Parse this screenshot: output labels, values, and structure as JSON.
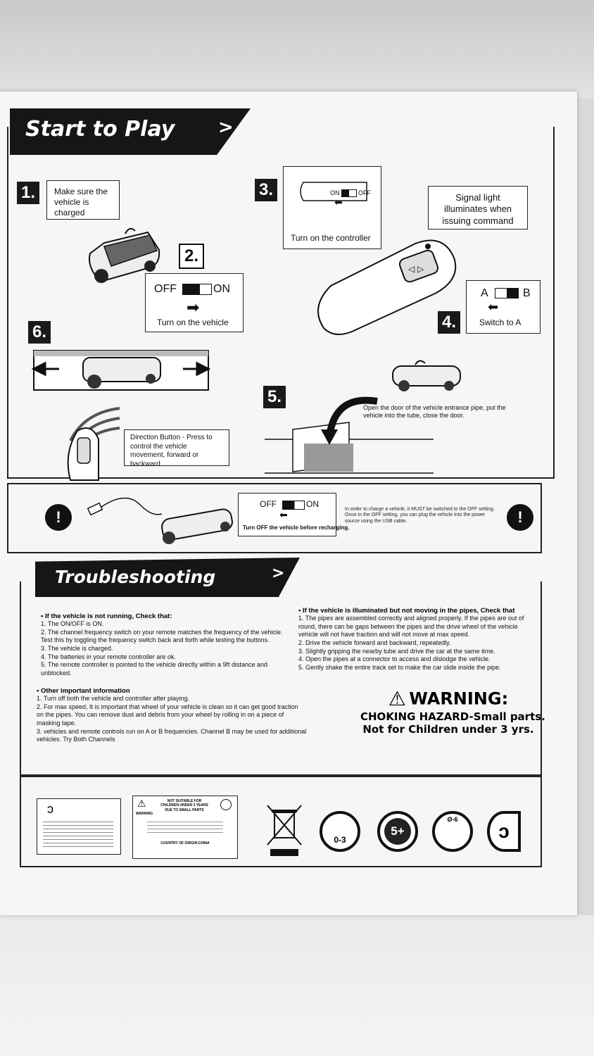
{
  "start_section": {
    "title": "Start to Play",
    "chevron": ">",
    "steps": [
      {
        "number": "1.",
        "text": "Make sure the vehicle is charged"
      },
      {
        "number": "2.",
        "switch_off": "OFF",
        "switch_on": "ON",
        "text": "Turn on the vehicle"
      },
      {
        "number": "3.",
        "switch_on": "ON",
        "switch_off": "OFF",
        "text": "Turn on the controller"
      },
      {
        "number": "",
        "text": "Signal light illuminates when issuing command"
      },
      {
        "number": "4.",
        "switch_a": "A",
        "switch_b": "B",
        "text": "Switch to A"
      },
      {
        "number": "5.",
        "text": "Open the door of the vehicle entrance pipe, put the vehicle into the tube, close the door."
      },
      {
        "number": "6.",
        "text": "Direction Button - Press to control the vehicle movement, forward or backward."
      }
    ],
    "charge_note": {
      "switch_off": "OFF",
      "switch_on": "ON",
      "label": "Turn OFF the vehicle before recharging.",
      "info": "In order to charge a vehicle, it MUST be switched to the OFF setting. Once in the OFF setting, you can plug the vehicle into the power source using the USB cable."
    }
  },
  "troubleshooting": {
    "title": "Troubleshooting",
    "chevron": ">",
    "not_running": {
      "heading": "• If the vehicle is not running, Check that:",
      "items": [
        "1. The ON/OFF is ON.",
        "2. The channel frequency switch on your remote matches the frequency of the vehicle. Test this by toggling the frequency switch back and forth while testing the buttons.",
        "3. The vehicle is charged.",
        "4. The batteries in your remote controller are ok.",
        "5. The remote controller is pointed to the vehicle directly within a 9ft distance and unblocked."
      ]
    },
    "other_info": {
      "heading": "• Other important information",
      "items": [
        "1. Turn off both the vehicle and controller after playing.",
        "2. For max speed, It is important that wheel of your vehicle is clean so it can get good traction on the pipes. You can remove dust and debris from your wheel by rolling in on a piece of masking tape.",
        "3. vehicles and remote controls run on A or B frequencies. Channel B may be used for additional vehicles. Try Both Channels"
      ]
    },
    "illuminated": {
      "heading": "• If the vehicle is illuminated but not moving in the pipes, Check that",
      "items": [
        "1. The pipes are assembled correctly and aligned properly. If the pipes are out of round, there can be gaps between the pipes and the drive wheel of the vehicle vehicle will not have traction and will not move at max speed.",
        "2. Drive the vehicle forward and backward, repeatedly.",
        "3. Slightly gripping the nearby tube and drive the car at the same time.",
        "4. Open the pipes at a connector to access and dislodge the vehicle.",
        "5. Gently shake the entire track set to make the car slide inside the pipe."
      ]
    },
    "warning": {
      "title": "WARNING:",
      "line1": "CHOKING HAZARD-Small parts.",
      "line2": "Not for Children under 3 yrs."
    }
  },
  "footer": {
    "label_box": {
      "line1": "NOT SUITABLE FOR",
      "line2": "CHILDREN UNDER 3 YEARS",
      "line3": "DUE TO SMALL PARTS",
      "warning": "WARNING",
      "country": "COUNTRY OF ORIGIN:CHINA"
    },
    "age_icon": "0-3",
    "age_plus": "5+",
    "age_range": "Ø-6"
  },
  "colors": {
    "ink": "#161616",
    "paper": "#f6f6f6",
    "background": "#d9d9d9"
  }
}
